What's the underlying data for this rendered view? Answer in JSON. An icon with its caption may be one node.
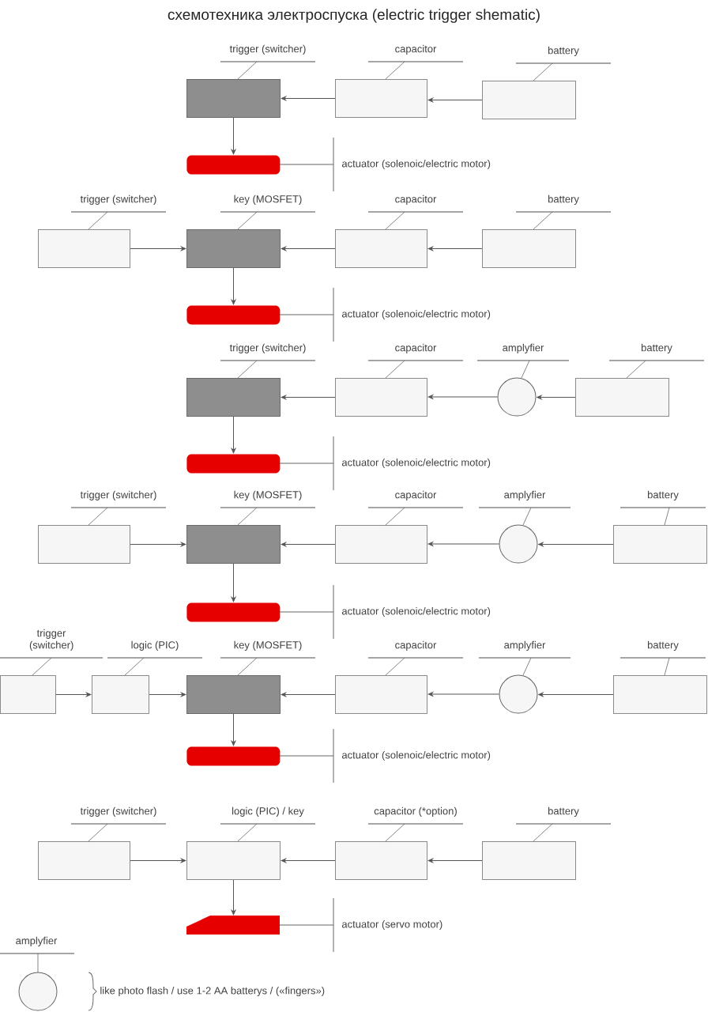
{
  "diagram": {
    "title": "схемотехника электроспуска (electric trigger shematic)",
    "nodes": [
      {
        "text": [
          "trigger (switcher)"
        ]
      },
      {
        "text": [
          "capacitor"
        ]
      },
      {
        "text": [
          "battery"
        ]
      },
      {
        "text": [
          "actuator (solenoic/electric motor)"
        ]
      },
      {
        "text": [
          "trigger (switcher)"
        ]
      },
      {
        "text": [
          "key (MOSFET)"
        ]
      },
      {
        "text": [
          "capacitor"
        ]
      },
      {
        "text": [
          "battery"
        ]
      },
      {
        "text": [
          "actuator (solenoic/electric motor)"
        ]
      },
      {
        "text": [
          "trigger (switcher)"
        ]
      },
      {
        "text": [
          "capacitor"
        ]
      },
      {
        "text": [
          "amplyfier"
        ]
      },
      {
        "text": [
          "battery"
        ]
      },
      {
        "text": [
          "actuator (solenoic/electric motor)"
        ]
      },
      {
        "text": [
          "trigger (switcher)"
        ]
      },
      {
        "text": [
          "key (MOSFET)"
        ]
      },
      {
        "text": [
          "capacitor"
        ]
      },
      {
        "text": [
          "amplyfier"
        ]
      },
      {
        "text": [
          "battery"
        ]
      },
      {
        "text": [
          "actuator (solenoic/electric motor)"
        ]
      },
      {
        "text": [
          "trigger (switcher)"
        ]
      },
      {
        "text": [
          "logic (PIC)"
        ]
      },
      {
        "text": [
          "key (MOSFET)"
        ]
      },
      {
        "text": [
          "capacitor"
        ]
      },
      {
        "text": [
          "amplyfier"
        ]
      },
      {
        "text": [
          "battery"
        ]
      },
      {
        "text": [
          "actuator (solenoic/electric motor)"
        ]
      },
      {
        "text": [
          "trigger (switcher)"
        ]
      },
      {
        "text": [
          "logic (PIC) / key"
        ]
      },
      {
        "text": [
          "capacitor (*option)"
        ]
      },
      {
        "text": [
          "battery"
        ]
      },
      {
        "text": [
          "actuator (servo motor)"
        ]
      },
      {
        "text": [
          "amplyfier"
        ],
        "beside": [
          "like photo flash / use 1-2 AA batterys / («fingers»)"
        ]
      }
    ],
    "edges": [
      {
        "from": 2,
        "to": 1,
        "arrow": "to"
      },
      {
        "from": 1,
        "to": 0,
        "arrow": "to"
      },
      {
        "from": 0,
        "to": 3,
        "arrow": "to"
      },
      {
        "from": 4,
        "to": 5,
        "arrow": "to"
      },
      {
        "from": 6,
        "to": 5,
        "arrow": "to"
      },
      {
        "from": 7,
        "to": 6,
        "arrow": "to"
      },
      {
        "from": 5,
        "to": 8,
        "arrow": "to"
      },
      {
        "from": 10,
        "to": 9,
        "arrow": "to"
      },
      {
        "from": 11,
        "to": 10,
        "arrow": "to"
      },
      {
        "from": 12,
        "to": 11,
        "arrow": "to"
      },
      {
        "from": 9,
        "to": 13,
        "arrow": "to"
      },
      {
        "from": 14,
        "to": 15,
        "arrow": "to"
      },
      {
        "from": 16,
        "to": 15,
        "arrow": "to"
      },
      {
        "from": 17,
        "to": 16,
        "arrow": "to"
      },
      {
        "from": 18,
        "to": 17,
        "arrow": "to"
      },
      {
        "from": 15,
        "to": 19,
        "arrow": "to"
      },
      {
        "from": 20,
        "to": 21,
        "arrow": "to"
      },
      {
        "from": 21,
        "to": 22,
        "arrow": "to"
      },
      {
        "from": 23,
        "to": 22,
        "arrow": "to"
      },
      {
        "from": 24,
        "to": 23,
        "arrow": "to"
      },
      {
        "from": 25,
        "to": 24,
        "arrow": "to"
      },
      {
        "from": 22,
        "to": 26,
        "arrow": "to"
      },
      {
        "from": 27,
        "to": 28,
        "arrow": "to"
      },
      {
        "from": 29,
        "to": 28,
        "arrow": "to"
      },
      {
        "from": 30,
        "to": 29,
        "arrow": "to"
      },
      {
        "from": 28,
        "to": 31,
        "arrow": "to"
      }
    ]
  }
}
